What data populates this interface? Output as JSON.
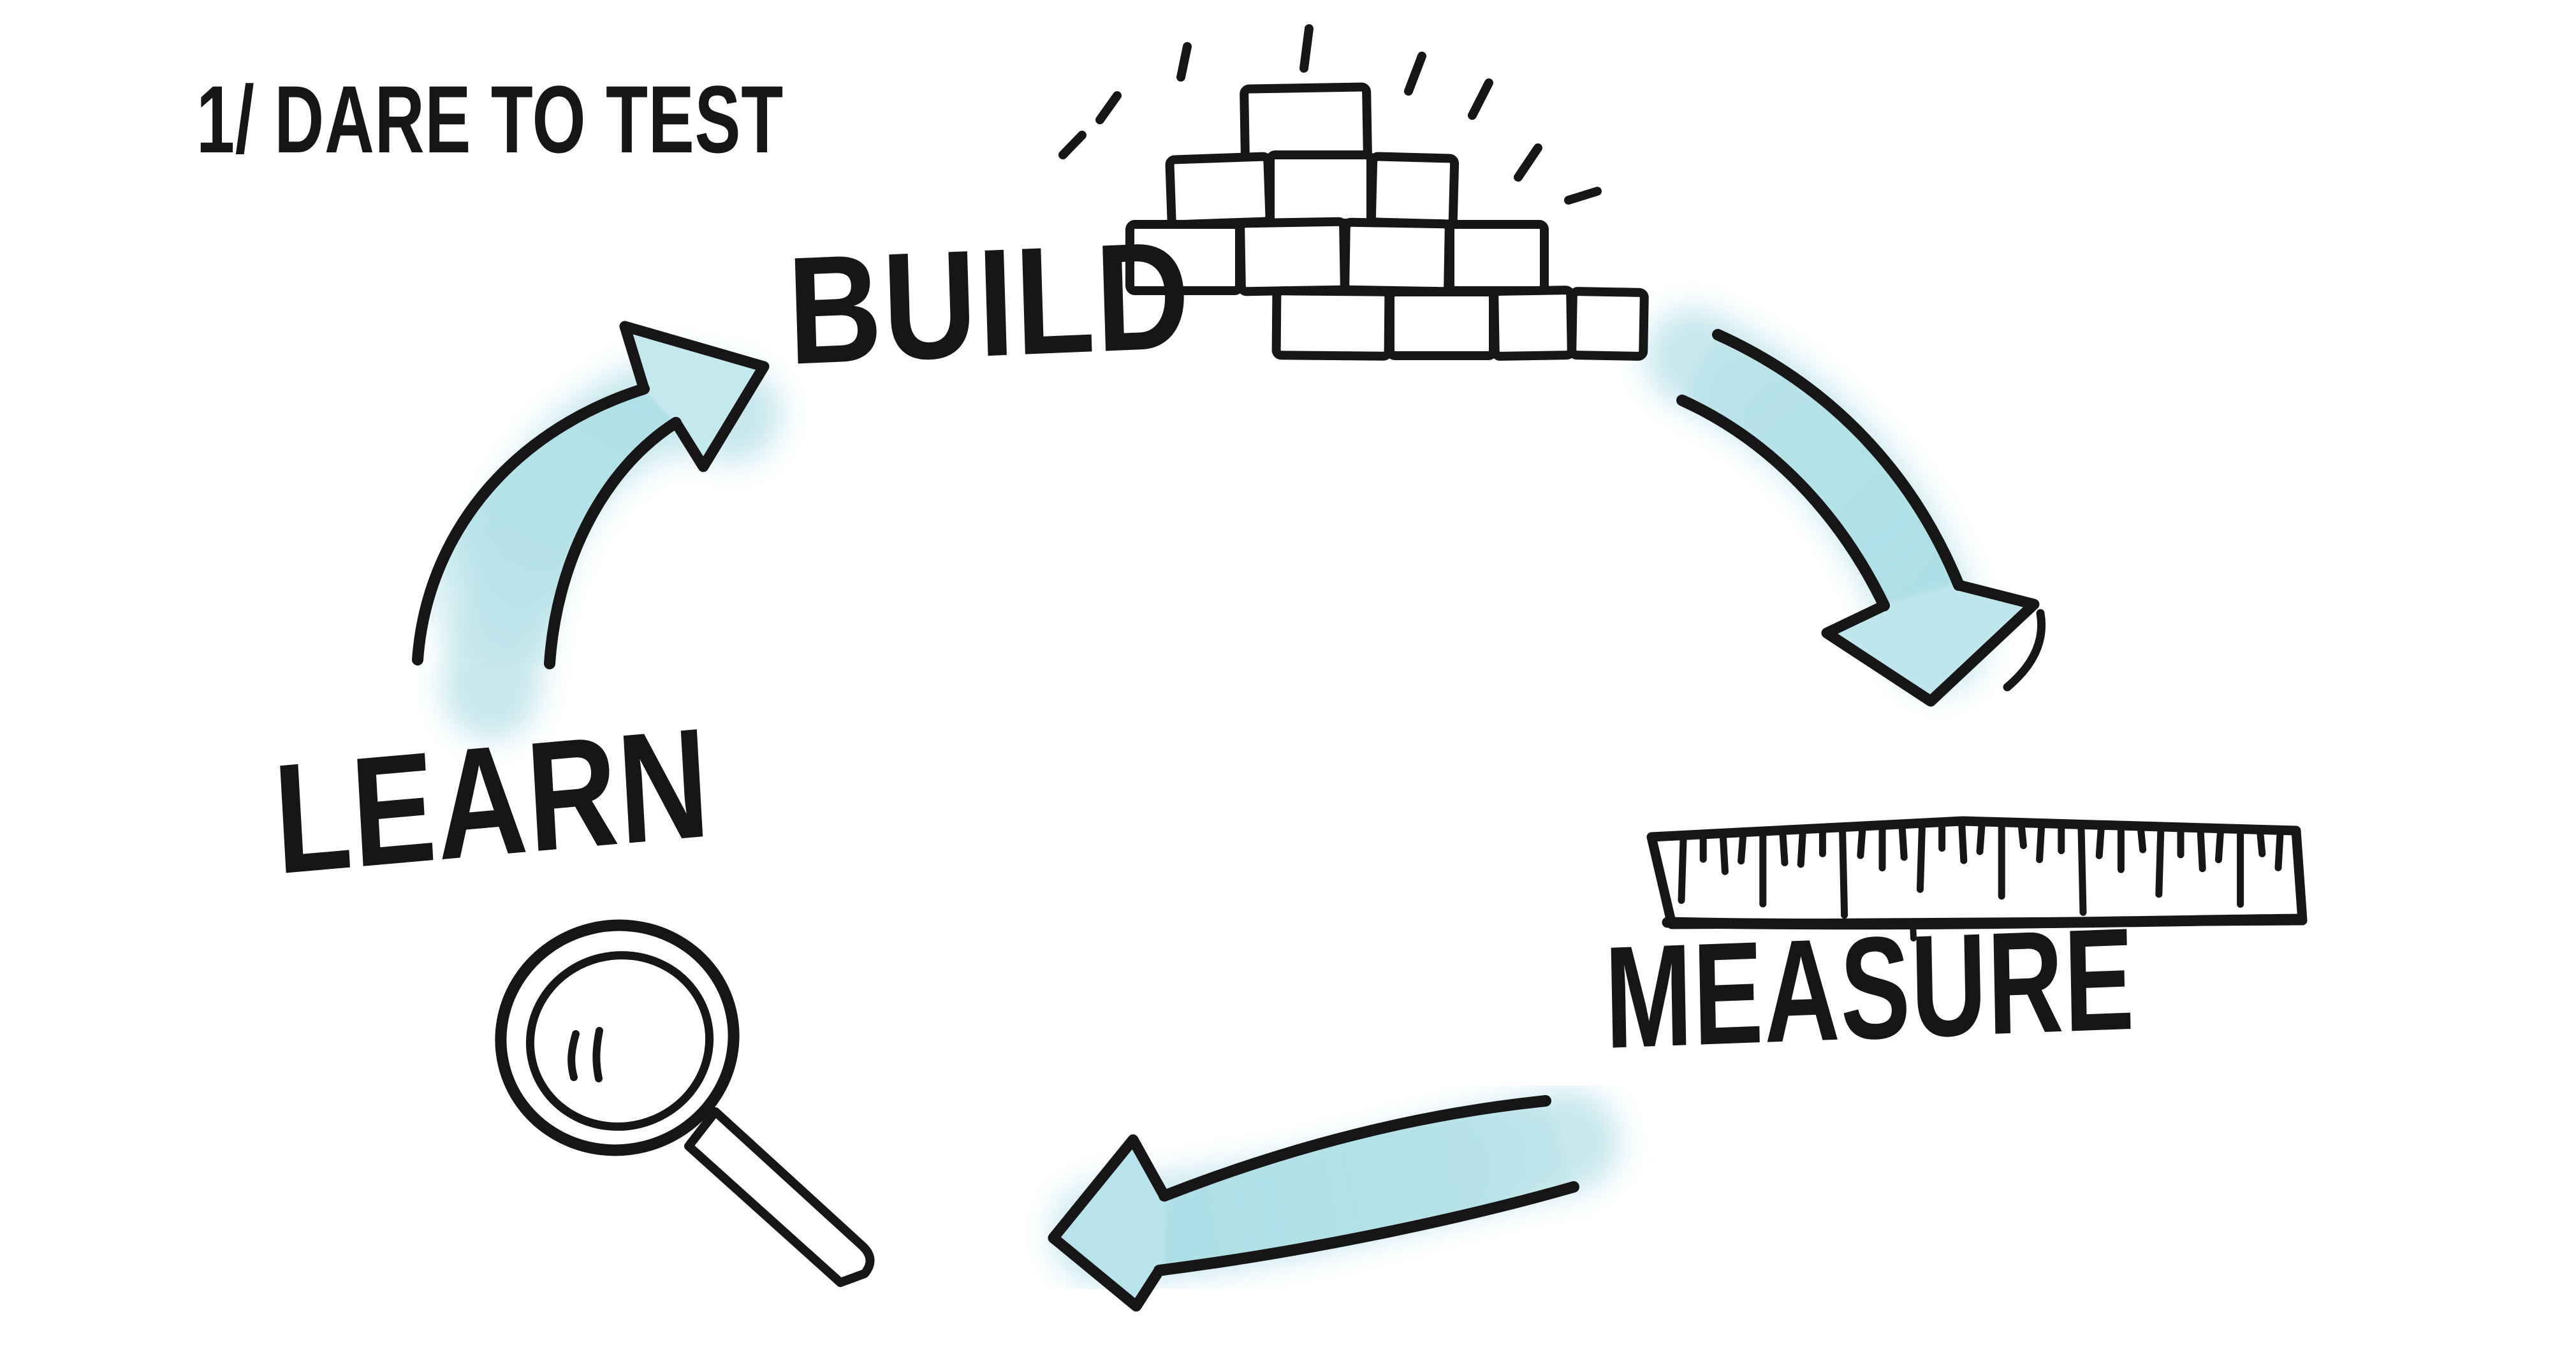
{
  "title": "1/ DARE TO TEST",
  "colors": {
    "background": "#ffffff",
    "ink": "#161616",
    "accent": "#b5e2e8"
  },
  "cycle": {
    "steps": [
      {
        "id": "build",
        "label": "BUILD",
        "icon": "building-blocks-icon"
      },
      {
        "id": "measure",
        "label": "MEASURE",
        "icon": "ruler-icon"
      },
      {
        "id": "learn",
        "label": "LEARN",
        "icon": "magnifying-glass-icon"
      }
    ],
    "arrows": [
      {
        "from": "learn",
        "to": "build",
        "icon": "curved-arrow-up-right-icon"
      },
      {
        "from": "build",
        "to": "measure",
        "icon": "curved-arrow-down-icon"
      },
      {
        "from": "measure",
        "to": "learn",
        "icon": "curved-arrow-left-icon"
      }
    ]
  }
}
